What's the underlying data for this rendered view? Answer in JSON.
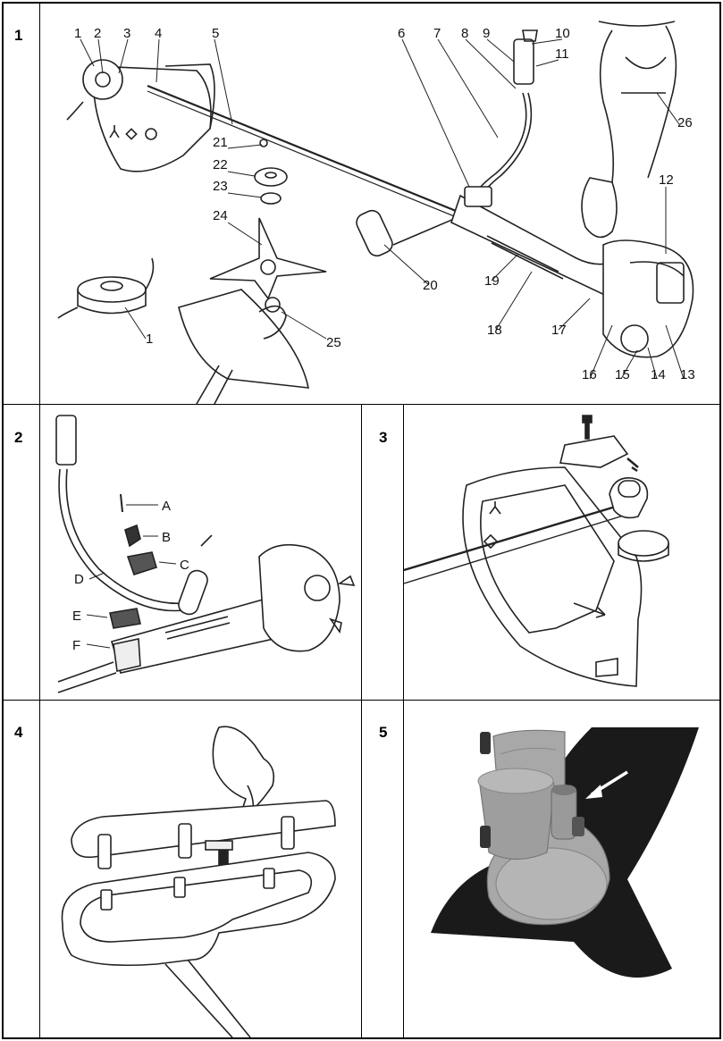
{
  "panels": [
    {
      "number": "1"
    },
    {
      "number": "2"
    },
    {
      "number": "3"
    },
    {
      "number": "4"
    },
    {
      "number": "5"
    }
  ],
  "panel1": {
    "callouts": [
      "1",
      "2",
      "3",
      "4",
      "5",
      "6",
      "7",
      "8",
      "9",
      "10",
      "11",
      "12",
      "13",
      "14",
      "15",
      "16",
      "17",
      "18",
      "19",
      "20",
      "21",
      "22",
      "23",
      "24",
      "25",
      "26"
    ],
    "spool_callout": "1"
  },
  "panel2": {
    "labels": [
      "A",
      "B",
      "C",
      "D",
      "E",
      "F"
    ]
  },
  "colors": {
    "line": "#000000",
    "photo_bg": "#f4f4f4",
    "metal": "#a8a8a8",
    "blade": "#1a1a1a",
    "arrow": "#ffffff"
  }
}
